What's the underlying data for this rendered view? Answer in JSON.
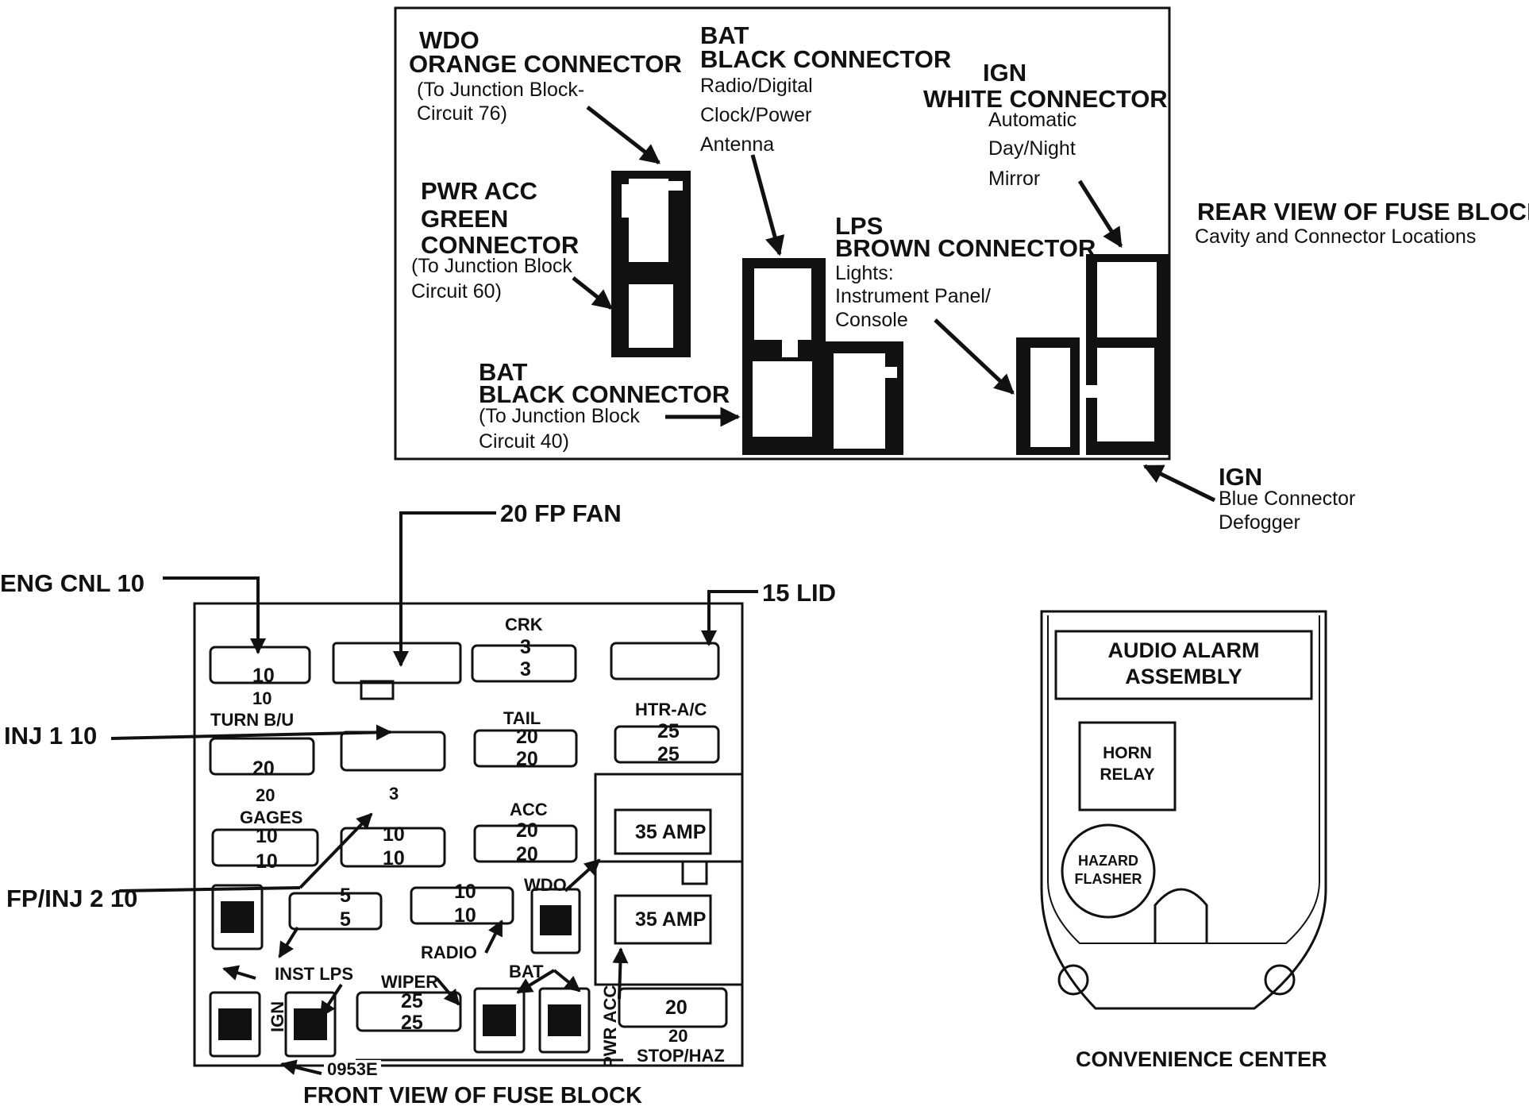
{
  "rear_view": {
    "title": "REAR VIEW OF FUSE BLOCK",
    "subtitle": "Cavity and Connector Locations",
    "wdo": {
      "code": "WDO",
      "name": "ORANGE CONNECTOR",
      "desc1": "(To Junction Block-",
      "desc2": "Circuit 76)"
    },
    "bat_top": {
      "code": "BAT",
      "name": "BLACK CONNECTOR",
      "desc1": "Radio/Digital",
      "desc2": "Clock/Power",
      "desc3": "Antenna"
    },
    "ign_white": {
      "code": "IGN",
      "name": "WHITE CONNECTOR",
      "desc1": "Automatic",
      "desc2": "Day/Night",
      "desc3": "Mirror"
    },
    "pwr_acc": {
      "line1": "PWR ACC",
      "line2": "GREEN",
      "line3": "CONNECTOR",
      "desc1": "(To Junction Block",
      "desc2": "Circuit 60)"
    },
    "lps": {
      "code": "LPS",
      "name": "BROWN CONNECTOR",
      "desc1": "Lights:",
      "desc2": "Instrument Panel/",
      "desc3": "Console"
    },
    "bat_bottom": {
      "code": "BAT",
      "name": "BLACK CONNECTOR",
      "desc1": "(To Junction Block",
      "desc2": "Circuit 40)"
    },
    "ign_blue": {
      "code": "IGN",
      "desc1": "Blue Connector",
      "desc2": "Defogger"
    }
  },
  "front_view": {
    "title": "FRONT VIEW OF FUSE BLOCK",
    "callouts": {
      "fp_fan": "20 FP FAN",
      "eng_cnl": "ENG CNL 10",
      "lid": "15 LID",
      "inj1": "INJ 1 10",
      "fp_inj2": "FP/INJ 2 10"
    },
    "fuse_labels": {
      "crk": "CRK",
      "crk_a": "3",
      "crk_b": "3",
      "eng_val": "10",
      "turn_val": "10",
      "turn": "TURN B/U",
      "tail": "TAIL",
      "tail_a": "20",
      "tail_b": "20",
      "htr": "HTR-A/C",
      "htr_a": "25",
      "htr_b": "25",
      "turn_f1": "20",
      "turn_f2": "20",
      "gages": "GAGES",
      "gages_a": "10",
      "gages_b": "10",
      "inj_val": "3",
      "r3c2_a": "10",
      "r3c2_b": "10",
      "acc": "ACC",
      "acc_a": "20",
      "acc_b": "20",
      "amp1": "35 AMP",
      "amp2": "35 AMP",
      "r4c2_a": "5",
      "r4c2_b": "5",
      "radio_a": "10",
      "radio_b": "10",
      "radio": "RADIO",
      "wdo": "WDO",
      "inst_lps": "INST LPS",
      "wiper": "WIPER",
      "wiper_a": "25",
      "wiper_b": "25",
      "bat": "BAT",
      "ign": "IGN",
      "pwr_acc": "PWR ACC",
      "stop_a": "20",
      "stop_b": "20",
      "stop": "STOP/HAZ",
      "part_no": "0953E"
    }
  },
  "convenience_center": {
    "title": "CONVENIENCE CENTER",
    "audio_alarm_1": "AUDIO ALARM",
    "audio_alarm_2": "ASSEMBLY",
    "horn_1": "HORN",
    "horn_2": "RELAY",
    "hazard_1": "HAZARD",
    "hazard_2": "FLASHER"
  }
}
